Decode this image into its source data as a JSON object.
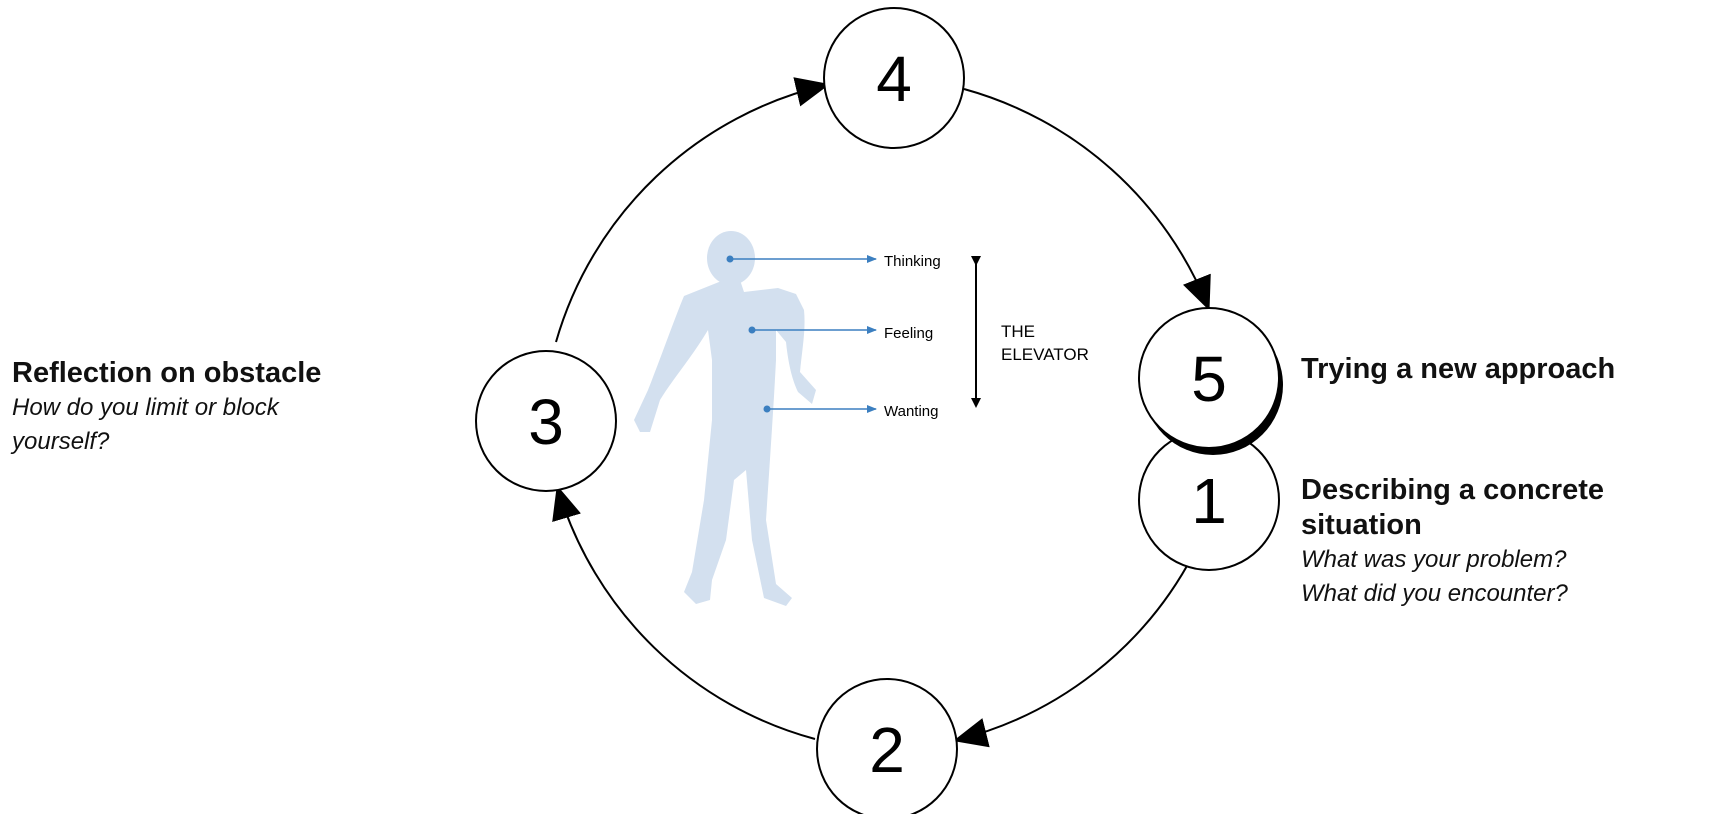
{
  "cycle_steps": [
    {
      "number": "1",
      "title": "Describing a concrete situation",
      "questions": [
        "What was your problem?",
        "What did you encounter?"
      ]
    },
    {
      "number": "2"
    },
    {
      "number": "3",
      "title": "Reflection on obstacle",
      "questions": [
        "How do you limit or block yourself?"
      ]
    },
    {
      "number": "4"
    },
    {
      "number": "5",
      "title": "Trying a new approach"
    }
  ],
  "figure": {
    "levels": [
      "Thinking",
      "Feeling",
      "Wanting"
    ],
    "elevator_label": [
      "THE",
      "ELEVATOR"
    ],
    "silhouette_color": "#d3e0ef",
    "pointer_color": "#3b7fc0"
  }
}
